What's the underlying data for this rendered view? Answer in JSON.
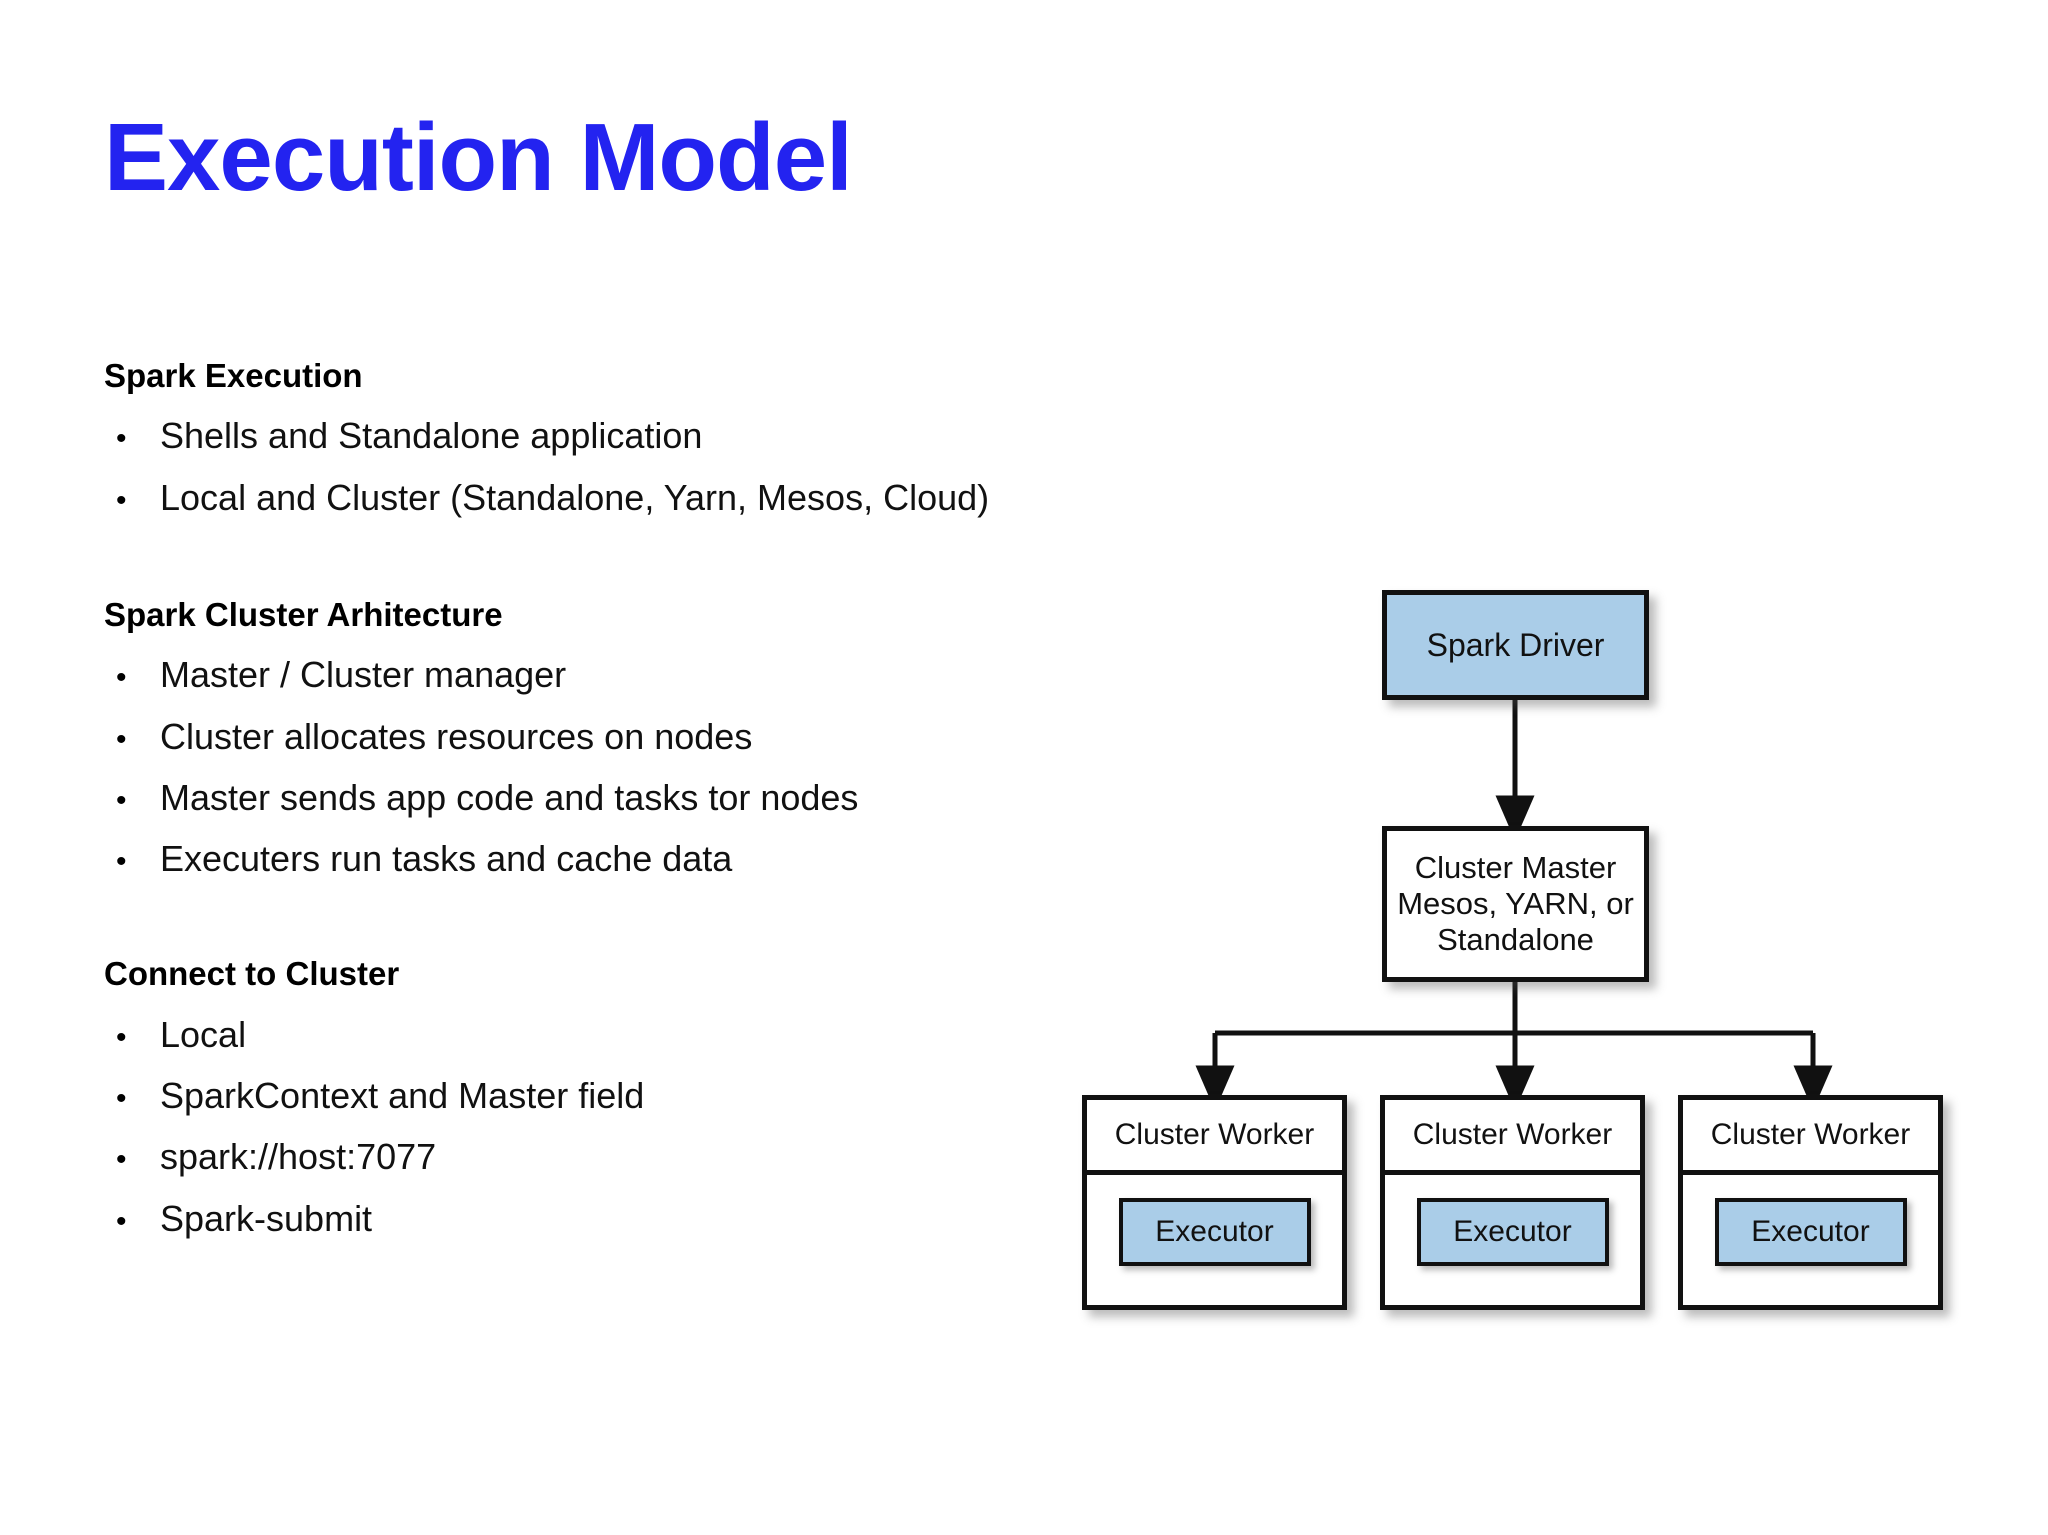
{
  "slide": {
    "title": "Execution Model",
    "title_color": "#2323f0",
    "background_color": "#ffffff"
  },
  "sections": [
    {
      "heading": "Spark Execution",
      "bullets": [
        "Shells and Standalone application",
        "Local and Cluster (Standalone, Yarn, Mesos, Cloud)"
      ]
    },
    {
      "heading": "Spark Cluster Arhitecture",
      "bullets": [
        "Master / Cluster manager",
        "Cluster allocates resources on nodes",
        "Master sends app code and tasks tor nodes",
        "Executers run tasks and cache data"
      ]
    },
    {
      "heading": "Connect to Cluster",
      "bullets": [
        "Local",
        "SparkContext and Master field",
        "spark://host:7077",
        "Spark-submit"
      ]
    }
  ],
  "bullet_glyph": "•",
  "diagram": {
    "driver": {
      "label": "Spark Driver",
      "fill": "#AACDE8"
    },
    "master": {
      "lines": [
        "Cluster Master",
        "Mesos, YARN, or",
        "Standalone"
      ],
      "fill": "#ffffff"
    },
    "workers": [
      {
        "title": "Cluster Worker",
        "executor": "Executor"
      },
      {
        "title": "Cluster Worker",
        "executor": "Executor"
      },
      {
        "title": "Cluster Worker",
        "executor": "Executor"
      }
    ],
    "executor_fill": "#AACDE8",
    "border_color": "#111111"
  }
}
